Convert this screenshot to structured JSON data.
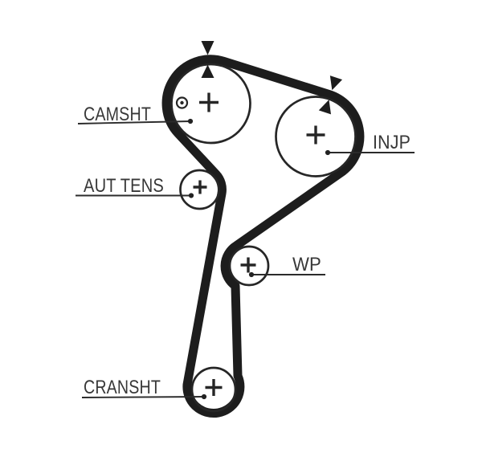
{
  "diagram": {
    "colors": {
      "background": "#ffffff",
      "belt": "#1d1d1d",
      "pulley_outline": "#262626",
      "leader_line": "#2b2b2b",
      "text": "#383838"
    },
    "labels": {
      "camshaft": "CAMSHT",
      "auto_tensioner": "AUT TENS",
      "water_pump": "WP",
      "crankshaft": "CRANSHT",
      "injection_pump": "INJP"
    }
  }
}
